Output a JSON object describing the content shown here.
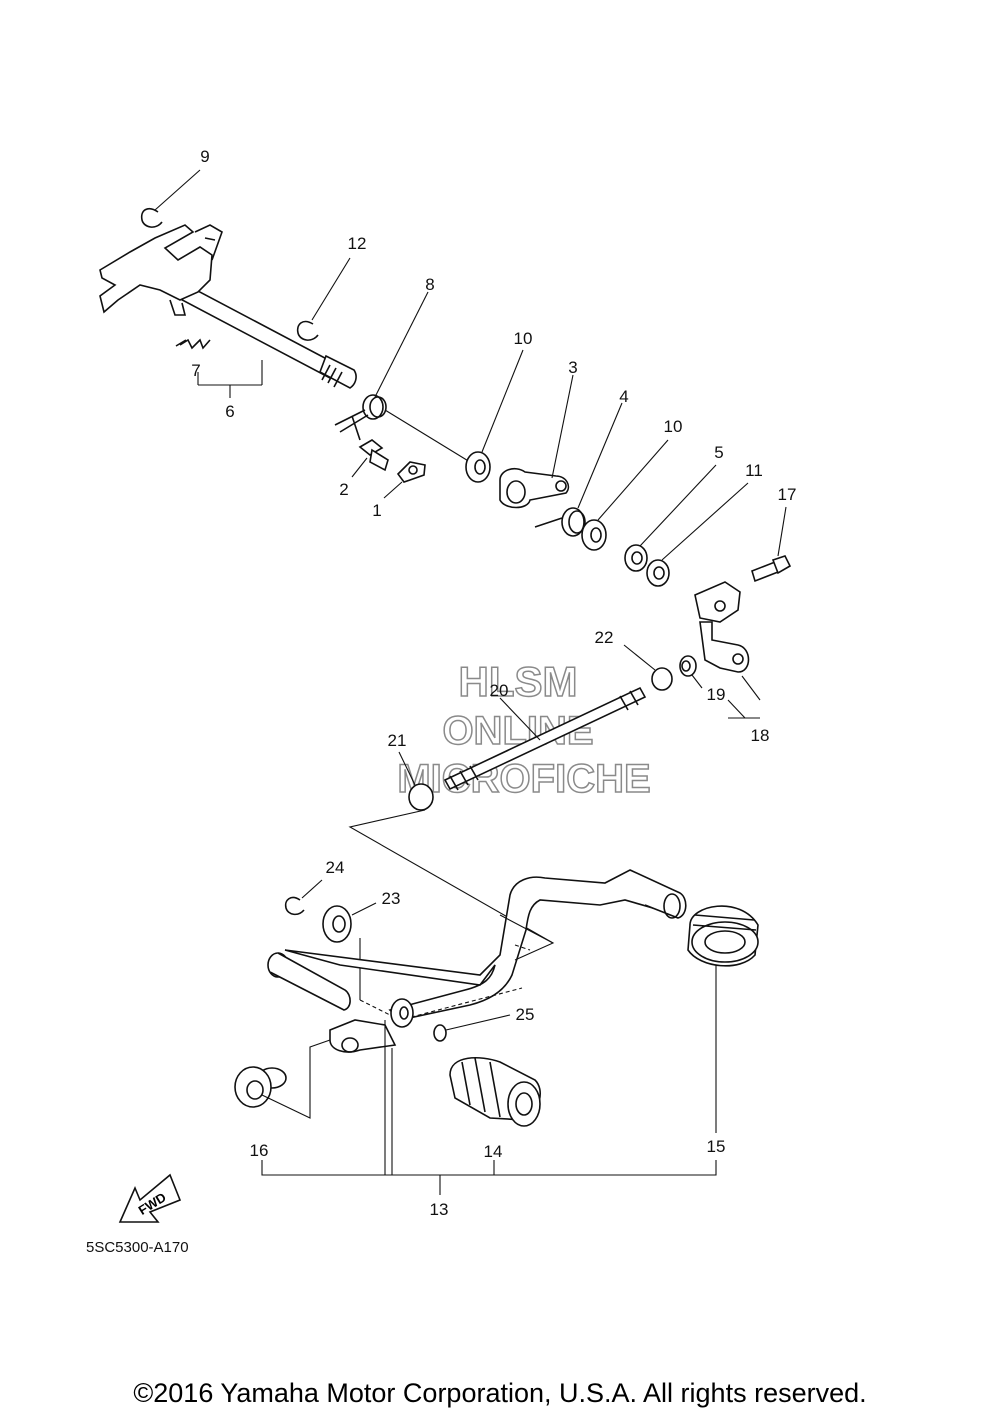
{
  "watermark": {
    "line1": "HLSM",
    "line2": "ONLINE",
    "line3": "MICROFICHE"
  },
  "fwd_label": "FWD",
  "diagram_code": "5SC5300-A170",
  "copyright": "©2016 Yamaha Motor Corporation, U.S.A. All rights reserved.",
  "callouts": {
    "c1": "1",
    "c2": "2",
    "c3": "3",
    "c4": "4",
    "c5": "5",
    "c6": "6",
    "c7": "7",
    "c8": "8",
    "c9": "9",
    "c10a": "10",
    "c10b": "10",
    "c11": "11",
    "c12": "12",
    "c13": "13",
    "c14": "14",
    "c15": "15",
    "c16": "16",
    "c17": "17",
    "c18": "18",
    "c19": "19",
    "c20": "20",
    "c21": "21",
    "c22": "22",
    "c23": "23",
    "c24": "24",
    "c25": "25"
  }
}
